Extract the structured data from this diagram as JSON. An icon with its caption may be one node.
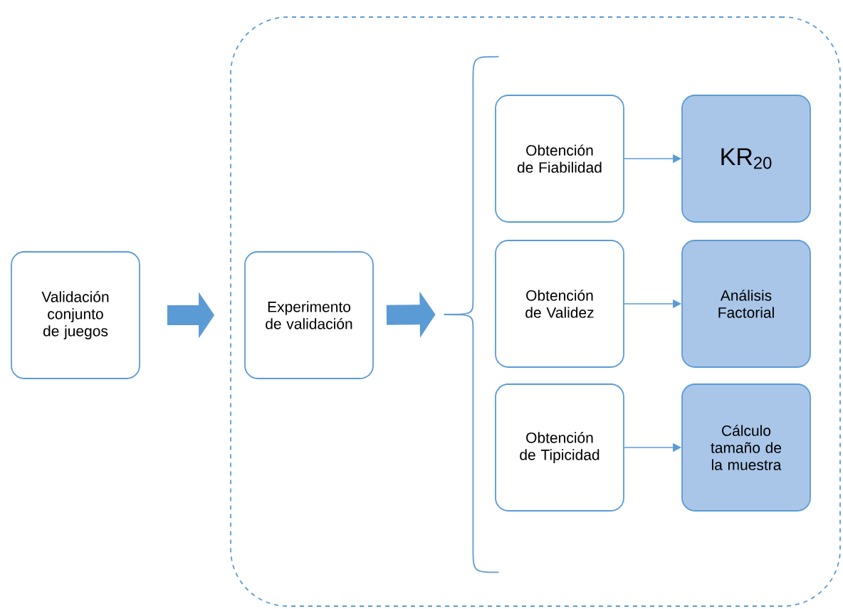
{
  "diagram": {
    "nodes": [
      {
        "text": [],
        "shape": "box"
      },
      {
        "text": [
          "Validación conjunto de juegos"
        ]
      },
      {
        "text": [
          "Experimento de validación"
        ],
        "in": 0
      },
      {
        "text": [],
        "shape": "brace",
        "in": 0
      },
      {
        "text": [
          "Obtención de Fiabilidad"
        ],
        "in": 0
      },
      {
        "text": [
          "Obtención de Validez"
        ],
        "in": 0
      },
      {
        "text": [
          "Obtención de Tipicidad"
        ],
        "in": 0
      },
      {
        "text": [
          "KR$_{20}$"
        ],
        "in": 0
      },
      {
        "text": [
          "Análisis Factorial"
        ],
        "in": 0
      },
      {
        "text": [
          "Cálculo tamaño de la muestra"
        ],
        "in": 0
      }
    ],
    "edges": [
      {
        "from": 1,
        "to": 2,
        "arrow": "to",
        "style": "thick"
      },
      {
        "from": 2,
        "to": 3,
        "arrow": "to",
        "style": "thick"
      },
      {
        "from": 4,
        "to": 7,
        "arrow": "to"
      },
      {
        "from": 5,
        "to": 8,
        "arrow": "to"
      },
      {
        "from": 6,
        "to": 9,
        "arrow": "to"
      }
    ]
  }
}
